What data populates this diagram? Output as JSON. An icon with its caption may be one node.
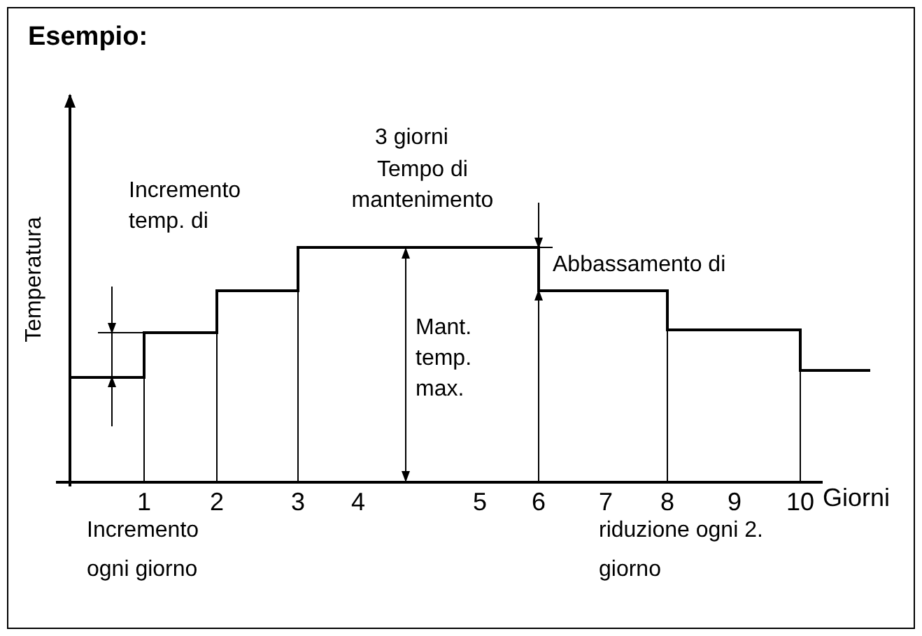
{
  "diagram": {
    "title": "Esempio:",
    "labels": [
      "Temperatura",
      "Incremento temp. di",
      "3 giorni",
      "Tempo di mantenimento",
      "Abbassamento di",
      "Mant. temp. max.",
      "1",
      "2",
      "3",
      "4",
      "5",
      "6",
      "7",
      "8",
      "9",
      "10",
      "Giorni",
      "Incremento ogni giorno",
      "riduzione ogni 2. giorno"
    ]
  }
}
